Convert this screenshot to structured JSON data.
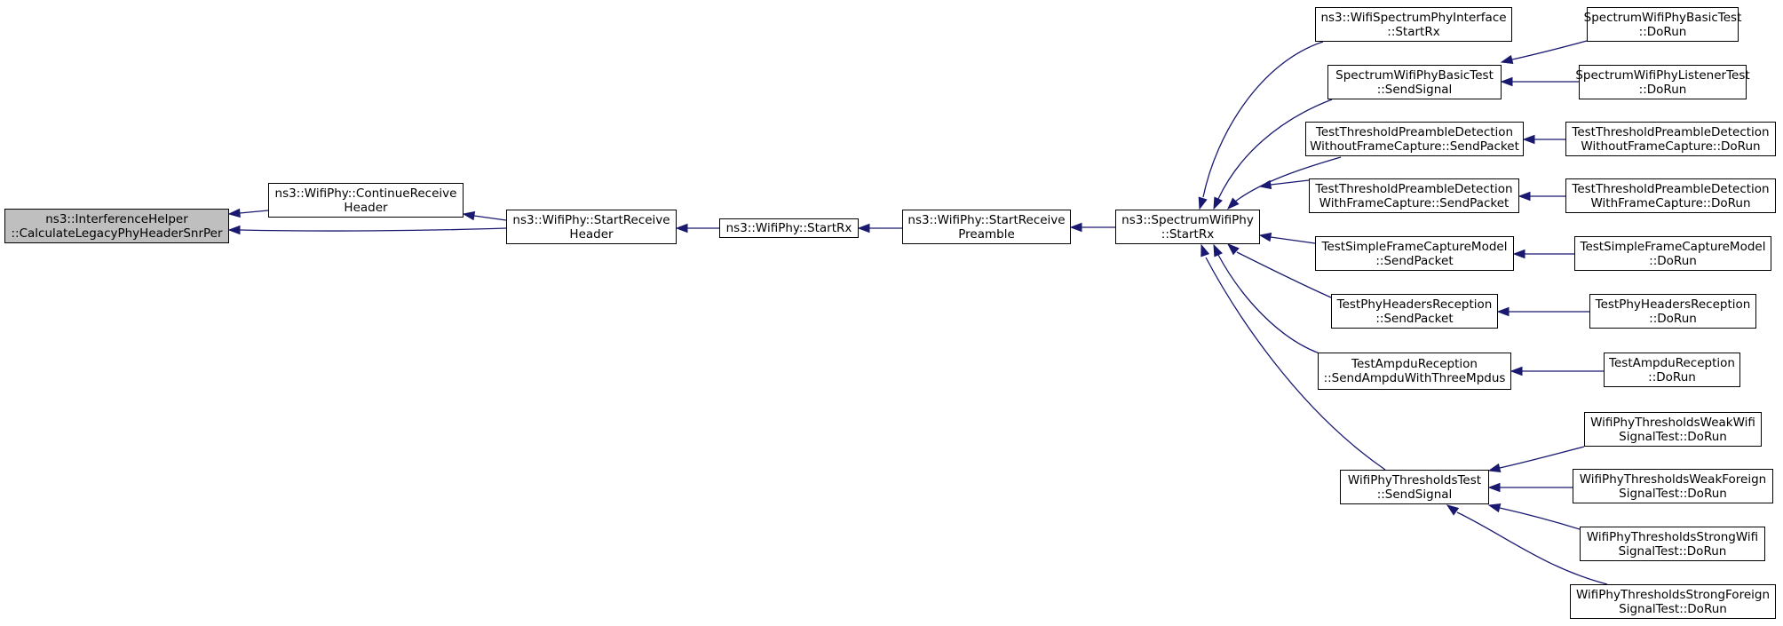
{
  "diagram": {
    "kind": "caller-graph",
    "edge_color": "#191970",
    "focus_fill": "#bfbfbf",
    "nodes": [
      {
        "id": "n0",
        "lines": [
          "ns3::InterferenceHelper",
          "::CalculateLegacyPhyHeaderSnrPer"
        ],
        "focus": true
      },
      {
        "id": "n1",
        "lines": [
          "ns3::WifiPhy::ContinueReceive",
          "Header"
        ]
      },
      {
        "id": "n2",
        "lines": [
          "ns3::WifiPhy::StartReceive",
          "Header"
        ]
      },
      {
        "id": "n3",
        "lines": [
          "ns3::WifiPhy::StartRx"
        ]
      },
      {
        "id": "n4",
        "lines": [
          "ns3::WifiPhy::StartReceive",
          "Preamble"
        ]
      },
      {
        "id": "n5",
        "lines": [
          "ns3::SpectrumWifiPhy",
          "::StartRx"
        ]
      },
      {
        "id": "n6",
        "lines": [
          "ns3::WifiSpectrumPhyInterface",
          "::StartRx"
        ]
      },
      {
        "id": "n7",
        "lines": [
          "SpectrumWifiPhyBasicTest",
          "::SendSignal"
        ]
      },
      {
        "id": "n8",
        "lines": [
          "TestThresholdPreambleDetection",
          "WithoutFrameCapture::SendPacket"
        ]
      },
      {
        "id": "n9",
        "lines": [
          "TestThresholdPreambleDetection",
          "WithFrameCapture::SendPacket"
        ]
      },
      {
        "id": "n10",
        "lines": [
          "TestSimpleFrameCaptureModel",
          "::SendPacket"
        ]
      },
      {
        "id": "n11",
        "lines": [
          "TestPhyHeadersReception",
          "::SendPacket"
        ]
      },
      {
        "id": "n12",
        "lines": [
          "TestAmpduReception",
          "::SendAmpduWithThreeMpdus"
        ]
      },
      {
        "id": "n13",
        "lines": [
          "WifiPhyThresholdsTest",
          "::SendSignal"
        ]
      },
      {
        "id": "n14",
        "lines": [
          "SpectrumWifiPhyBasicTest",
          "::DoRun"
        ]
      },
      {
        "id": "n15",
        "lines": [
          "SpectrumWifiPhyListenerTest",
          "::DoRun"
        ]
      },
      {
        "id": "n16",
        "lines": [
          "TestThresholdPreambleDetection",
          "WithoutFrameCapture::DoRun"
        ]
      },
      {
        "id": "n17",
        "lines": [
          "TestThresholdPreambleDetection",
          "WithFrameCapture::DoRun"
        ]
      },
      {
        "id": "n18",
        "lines": [
          "TestSimpleFrameCaptureModel",
          "::DoRun"
        ]
      },
      {
        "id": "n19",
        "lines": [
          "TestPhyHeadersReception",
          "::DoRun"
        ]
      },
      {
        "id": "n20",
        "lines": [
          "TestAmpduReception",
          "::DoRun"
        ]
      },
      {
        "id": "n21",
        "lines": [
          "WifiPhyThresholdsWeakWifi",
          "SignalTest::DoRun"
        ]
      },
      {
        "id": "n22",
        "lines": [
          "WifiPhyThresholdsWeakForeign",
          "SignalTest::DoRun"
        ]
      },
      {
        "id": "n23",
        "lines": [
          "WifiPhyThresholdsStrongWifi",
          "SignalTest::DoRun"
        ]
      },
      {
        "id": "n24",
        "lines": [
          "WifiPhyThresholdsStrongForeign",
          "SignalTest::DoRun"
        ]
      }
    ],
    "edges": [
      {
        "from": "n1",
        "to": "n0"
      },
      {
        "from": "n2",
        "to": "n0"
      },
      {
        "from": "n2",
        "to": "n1"
      },
      {
        "from": "n3",
        "to": "n2"
      },
      {
        "from": "n4",
        "to": "n3"
      },
      {
        "from": "n5",
        "to": "n4"
      },
      {
        "from": "n6",
        "to": "n5"
      },
      {
        "from": "n7",
        "to": "n5"
      },
      {
        "from": "n8",
        "to": "n5"
      },
      {
        "from": "n9",
        "to": "n5"
      },
      {
        "from": "n10",
        "to": "n5"
      },
      {
        "from": "n11",
        "to": "n5"
      },
      {
        "from": "n12",
        "to": "n5"
      },
      {
        "from": "n13",
        "to": "n5"
      },
      {
        "from": "n14",
        "to": "n7"
      },
      {
        "from": "n15",
        "to": "n7"
      },
      {
        "from": "n16",
        "to": "n8"
      },
      {
        "from": "n17",
        "to": "n9"
      },
      {
        "from": "n18",
        "to": "n10"
      },
      {
        "from": "n19",
        "to": "n11"
      },
      {
        "from": "n20",
        "to": "n12"
      },
      {
        "from": "n21",
        "to": "n13"
      },
      {
        "from": "n22",
        "to": "n13"
      },
      {
        "from": "n23",
        "to": "n13"
      },
      {
        "from": "n24",
        "to": "n13"
      }
    ]
  }
}
